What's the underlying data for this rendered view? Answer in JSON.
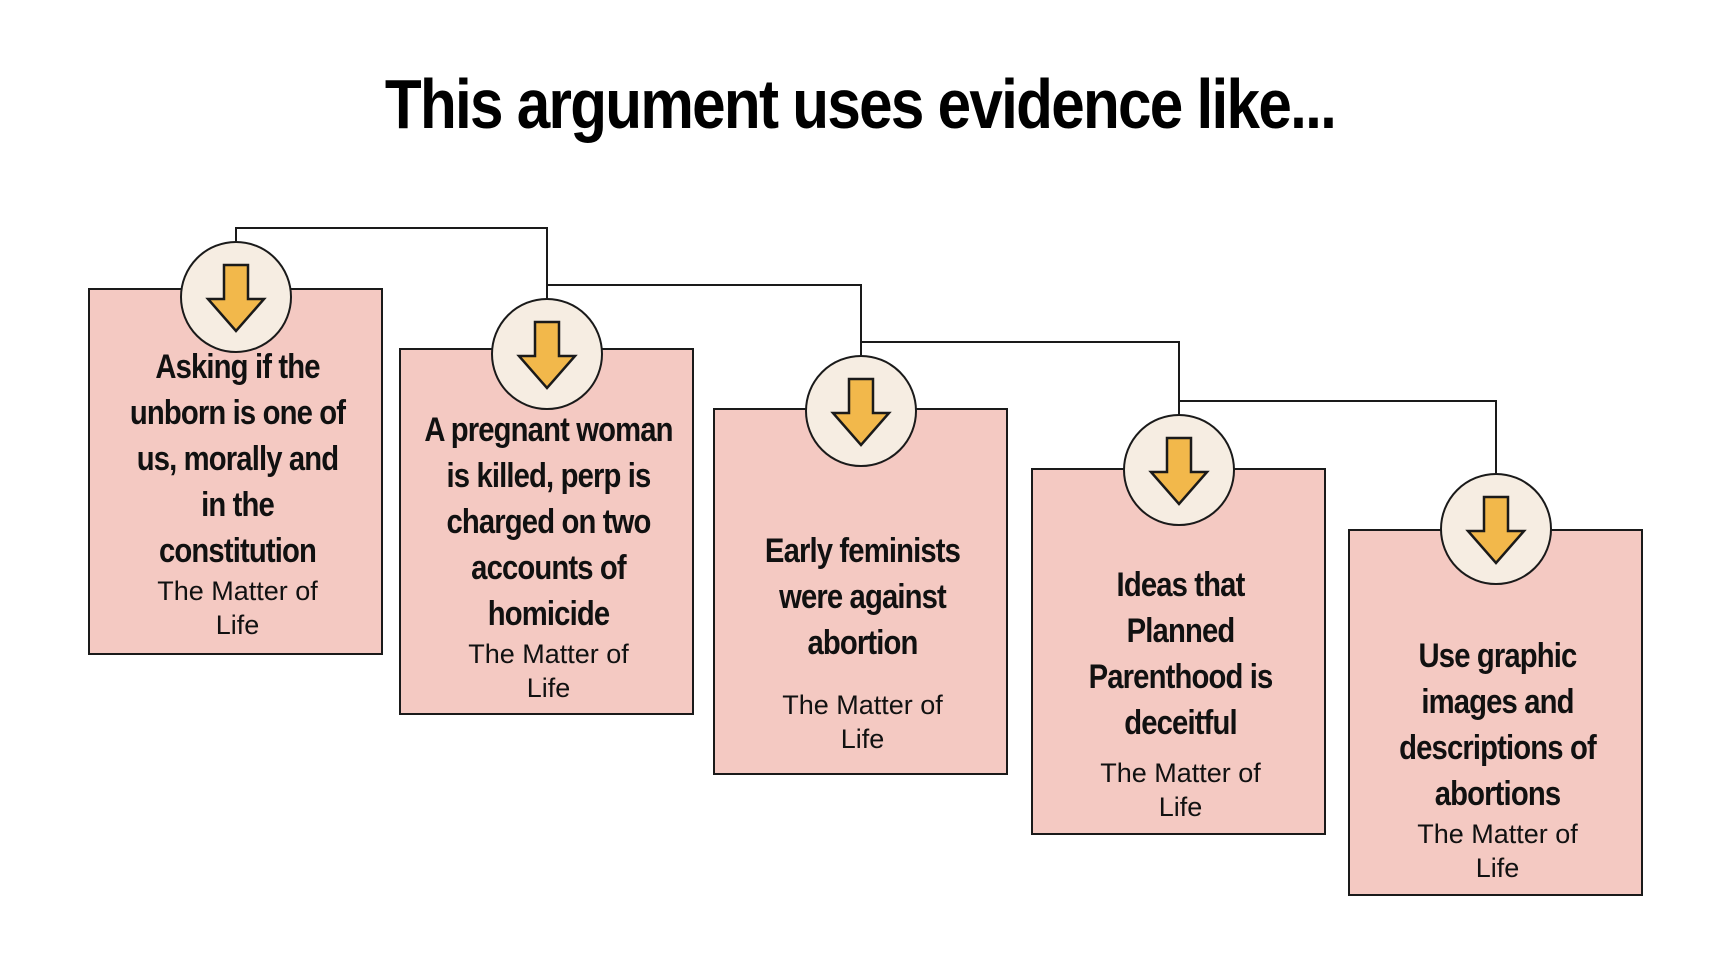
{
  "title": "This argument uses evidence like...",
  "colors": {
    "card_fill": "#f4c9c2",
    "circle_fill": "#f6ede2",
    "arrow_fill": "#f2b84b",
    "outline": "#1a1a1a"
  },
  "cards": [
    {
      "heading_lines": [
        "Asking if the",
        "unborn is one of",
        "us, morally and",
        "in the",
        "constitution"
      ],
      "source": "The Matter of Life",
      "icon": "arrow-down-icon"
    },
    {
      "heading_lines": [
        "A pregnant woman",
        "is killed, perp is",
        "charged on two",
        "accounts of",
        "homicide"
      ],
      "source": "The Matter of Life",
      "icon": "arrow-down-icon"
    },
    {
      "heading_lines": [
        "Early feminists",
        "were against",
        "abortion"
      ],
      "source": "The Matter of Life",
      "icon": "arrow-down-icon"
    },
    {
      "heading_lines": [
        "Ideas that",
        "Planned",
        "Parenthood is",
        "deceitful"
      ],
      "source": "The Matter of Life",
      "icon": "arrow-down-icon"
    },
    {
      "heading_lines": [
        "Use graphic",
        "images and",
        "descriptions of",
        "abortions"
      ],
      "source": "The Matter of Life",
      "icon": "arrow-down-icon"
    }
  ]
}
